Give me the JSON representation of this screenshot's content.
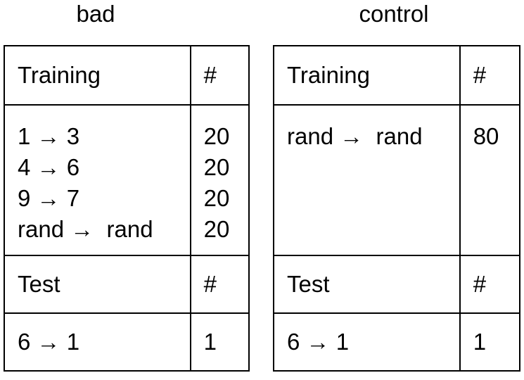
{
  "panels": [
    {
      "title": "bad",
      "training_header": "Training",
      "count_header": "#",
      "training_rows": [
        {
          "mapping": "1 → 3",
          "count": "20"
        },
        {
          "mapping": "4 → 6",
          "count": "20"
        },
        {
          "mapping": "9 → 7",
          "count": "20"
        },
        {
          "mapping": "rand →  rand",
          "count": "20"
        }
      ],
      "test_header": "Test",
      "test_count_header": "#",
      "test_rows": [
        {
          "mapping": "6 → 1",
          "count": "1"
        }
      ]
    },
    {
      "title": "control",
      "training_header": "Training",
      "count_header": "#",
      "training_rows": [
        {
          "mapping": "rand →  rand",
          "count": "80"
        }
      ],
      "test_header": "Test",
      "test_count_header": "#",
      "test_rows": [
        {
          "mapping": "6 → 1",
          "count": "1"
        }
      ]
    }
  ]
}
